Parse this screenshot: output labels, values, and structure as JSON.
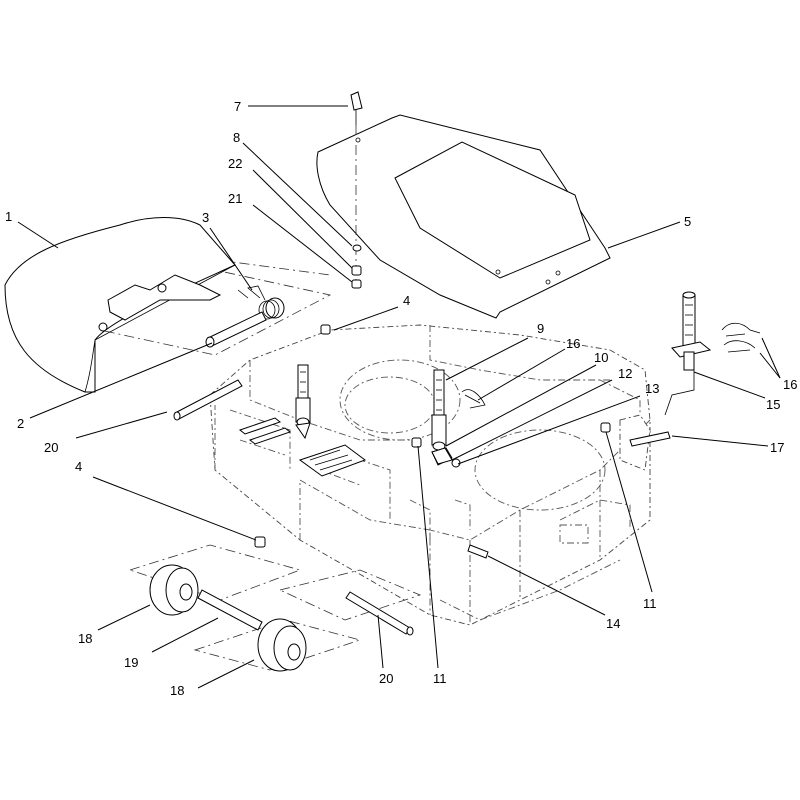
{
  "diagram": {
    "callouts": [
      {
        "id": "c7",
        "label": "7"
      },
      {
        "id": "c8",
        "label": "8"
      },
      {
        "id": "c22",
        "label": "22"
      },
      {
        "id": "c21",
        "label": "21"
      },
      {
        "id": "c1",
        "label": "1"
      },
      {
        "id": "c3",
        "label": "3"
      },
      {
        "id": "c5",
        "label": "5"
      },
      {
        "id": "c4a",
        "label": "4"
      },
      {
        "id": "c9",
        "label": "9"
      },
      {
        "id": "c16a",
        "label": "16"
      },
      {
        "id": "c10",
        "label": "10"
      },
      {
        "id": "c12",
        "label": "12"
      },
      {
        "id": "c13",
        "label": "13"
      },
      {
        "id": "c16b",
        "label": "16"
      },
      {
        "id": "c15",
        "label": "15"
      },
      {
        "id": "c17",
        "label": "17"
      },
      {
        "id": "c2",
        "label": "2"
      },
      {
        "id": "c20a",
        "label": "20"
      },
      {
        "id": "c4b",
        "label": "4"
      },
      {
        "id": "c11a",
        "label": "11"
      },
      {
        "id": "c14",
        "label": "14"
      },
      {
        "id": "c18a",
        "label": "18"
      },
      {
        "id": "c19",
        "label": "19"
      },
      {
        "id": "c18b",
        "label": "18"
      },
      {
        "id": "c20b",
        "label": "20"
      },
      {
        "id": "c11b",
        "label": "11"
      }
    ]
  }
}
